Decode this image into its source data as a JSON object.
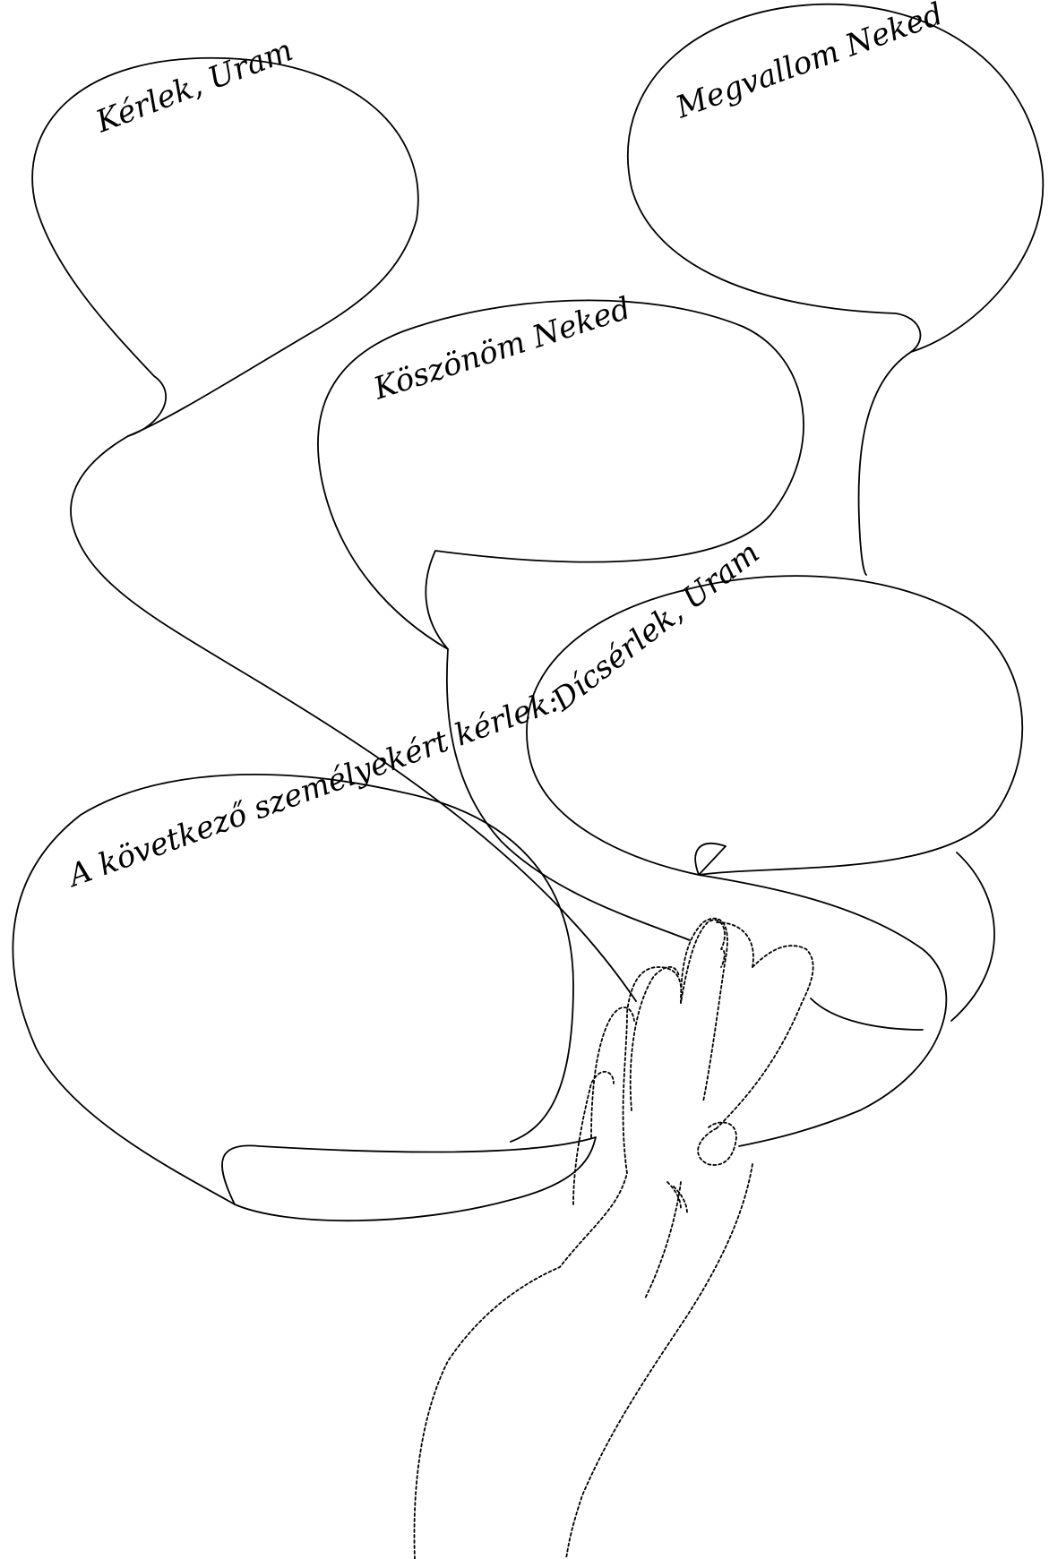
{
  "worksheet": {
    "bubbles": [
      {
        "id": "ask",
        "label": "Kérlek, Uram"
      },
      {
        "id": "confess",
        "label": "Megvallom Neked"
      },
      {
        "id": "thank",
        "label": "Köszönöm Neked"
      },
      {
        "id": "praise",
        "label": "Dícsérlek, Uram"
      },
      {
        "id": "intercede",
        "label": "A következő személyekért kérlek:"
      }
    ]
  },
  "colors": {
    "stroke": "#000000",
    "background": "#ffffff"
  },
  "icons": {
    "hand": "hand-icon"
  }
}
